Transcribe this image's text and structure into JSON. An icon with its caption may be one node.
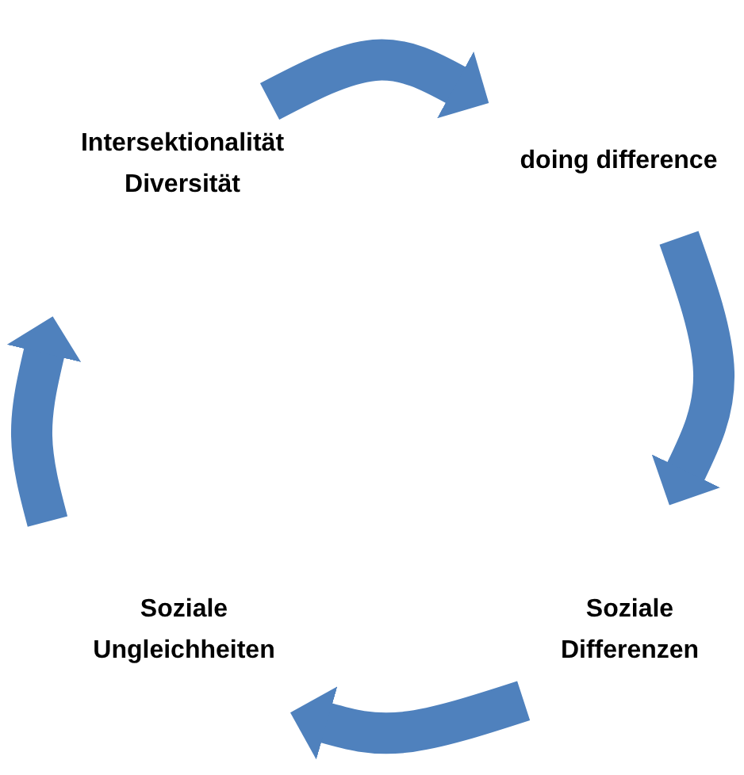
{
  "diagram": {
    "nodes": [
      {
        "text": [
          "Intersektionalität Diversität"
        ]
      },
      {
        "text": [
          "doing difference"
        ]
      },
      {
        "text": [
          "Soziale Differenzen"
        ]
      },
      {
        "text": [
          "Soziale Ungleichheiten"
        ]
      }
    ],
    "edges": [
      {
        "from": 0,
        "to": 1,
        "arrow": "to"
      },
      {
        "from": 1,
        "to": 2,
        "arrow": "to"
      },
      {
        "from": 2,
        "to": 3,
        "arrow": "to"
      },
      {
        "from": 3,
        "to": 0,
        "arrow": "to"
      }
    ]
  }
}
